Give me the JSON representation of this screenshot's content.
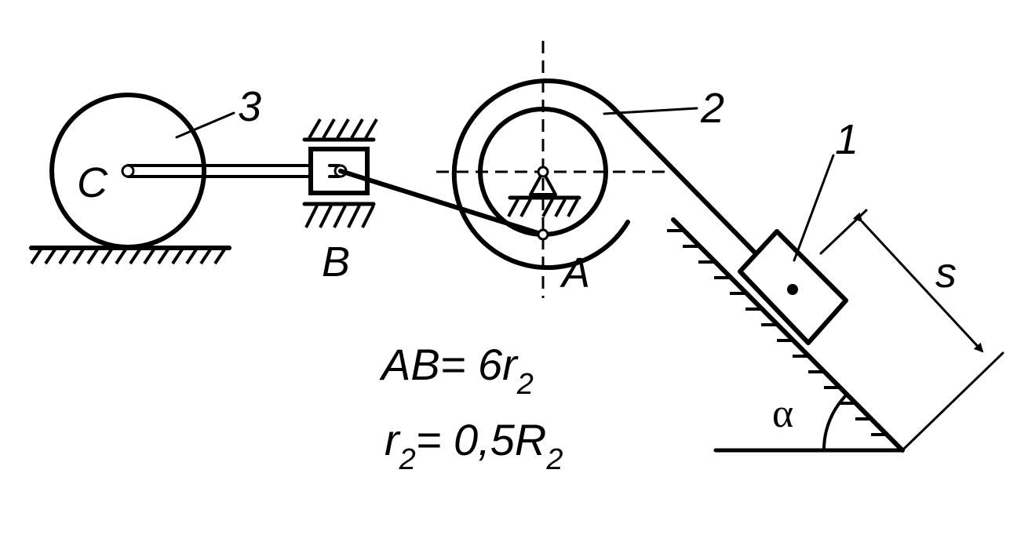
{
  "labels": {
    "c": "C",
    "b": "B",
    "a": "A",
    "body3": "3",
    "body2": "2",
    "body1": "1",
    "s": "s",
    "alpha": "α"
  },
  "formula": {
    "line1_main": "AB= 6r",
    "line1_sub": "2",
    "line2_main1": "r",
    "line2_sub1": "2",
    "line2_main2": "= 0,5R",
    "line2_sub2": "2"
  }
}
